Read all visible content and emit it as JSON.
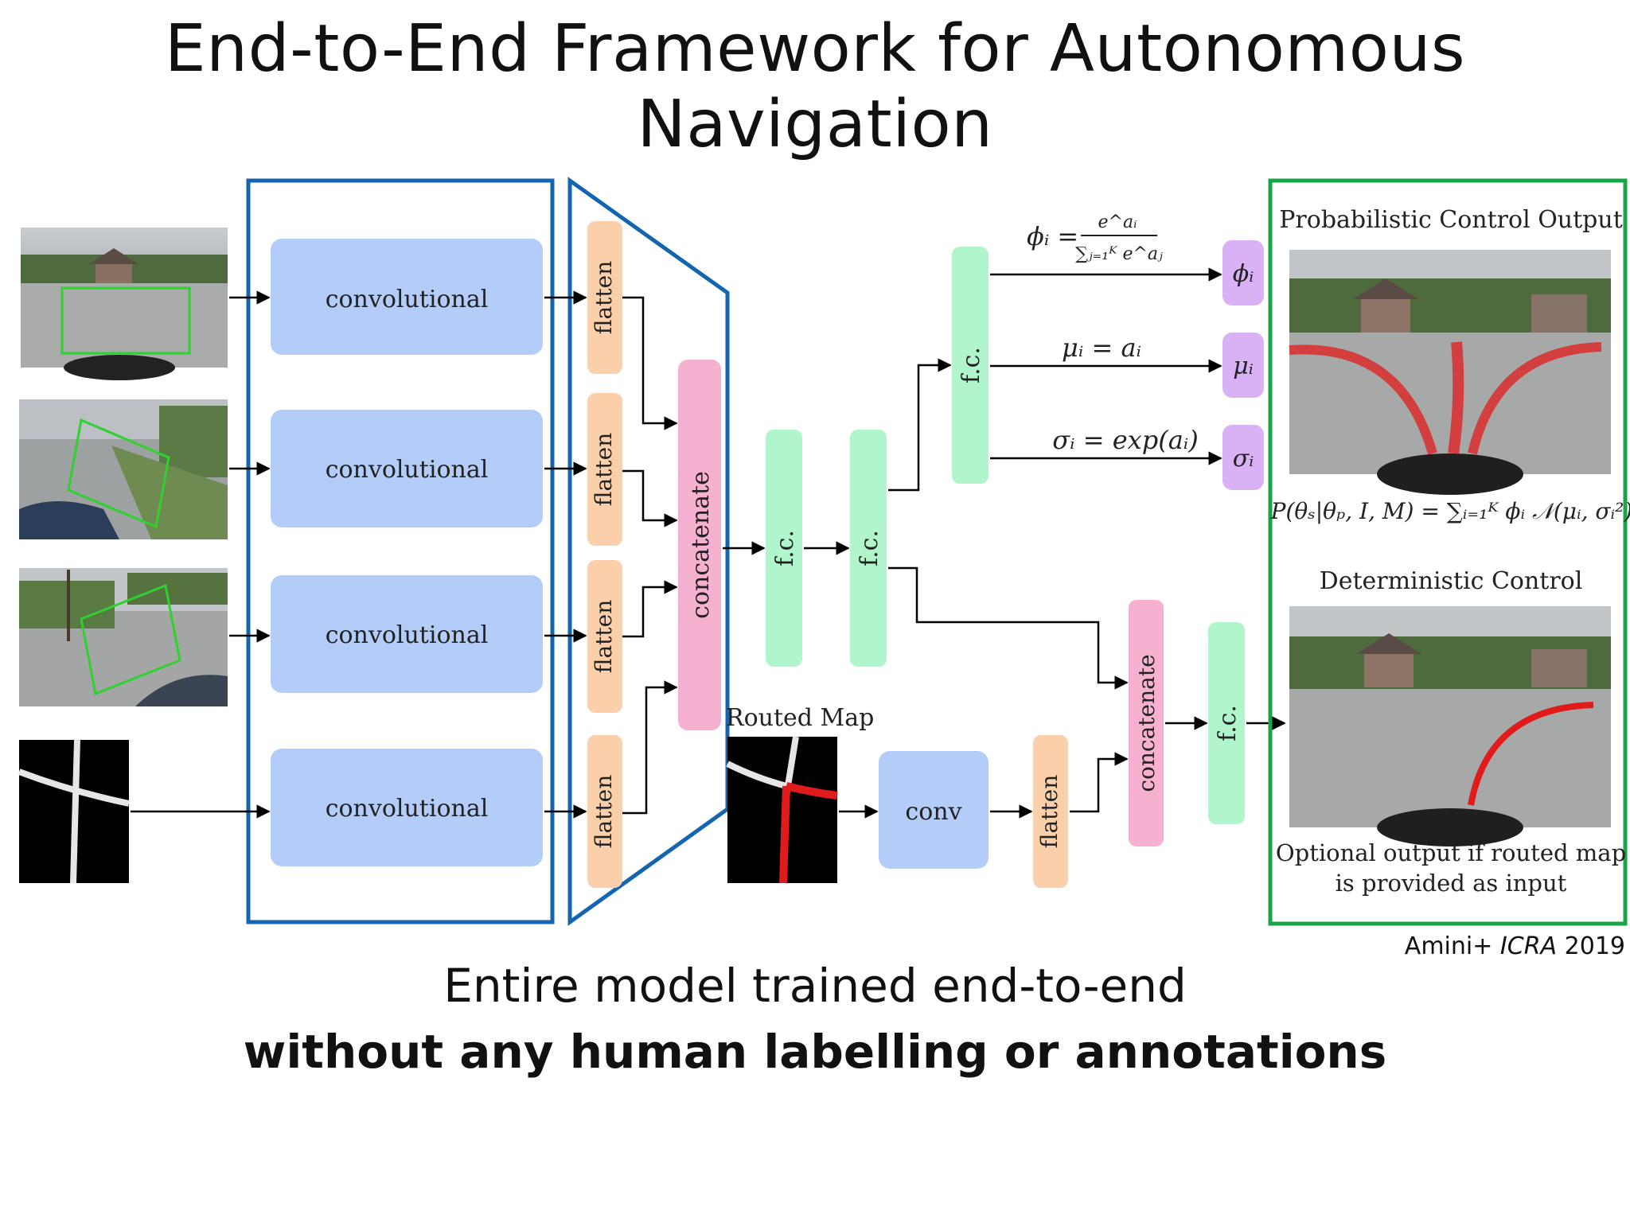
{
  "slide": {
    "title": "End-to-End Framework for Autonomous Navigation",
    "caption_line1": "Entire model trained end-to-end",
    "caption_line2": "without any human labelling or annotations",
    "citation_author": "Amini+",
    "citation_venue": "ICRA",
    "citation_year": "2019"
  },
  "diagram": {
    "conv_label": "convolutional",
    "flatten_label": "flatten",
    "concatenate_label": "concatenate",
    "fc_label": "f.c.",
    "conv_small_label": "conv",
    "routed_map_label": "Routed Map",
    "eq_phi_lhs": "ϕᵢ =",
    "eq_phi_num": "e^aᵢ",
    "eq_phi_den": "∑ⱼ₌₁ᴷ e^aⱼ",
    "eq_mu": "μᵢ = aᵢ",
    "eq_sigma": "σᵢ = exp(aᵢ)",
    "out_phi": "ϕᵢ",
    "out_mu": "μᵢ",
    "out_sigma": "σᵢ",
    "prob_title": "Probabilistic Control Output",
    "prob_eq": "P(θₛ|θₚ, I, M) = ∑ᵢ₌₁ᴷ ϕᵢ 𝒩(μᵢ, σᵢ²)",
    "det_title": "Deterministic Control",
    "det_note_1": "Optional output if routed map",
    "det_note_2": "is provided as input"
  },
  "colors": {
    "conv_fill": "#b3cdf8",
    "flatten_fill": "#fbcfa9",
    "concat_fill": "#f6b1d0",
    "fc_fill": "#b0f5cb",
    "out_fill": "#d9b2f5",
    "encoder_frame": "#1465b0",
    "output_frame": "#18a548",
    "road_path": "#e11b1b"
  }
}
